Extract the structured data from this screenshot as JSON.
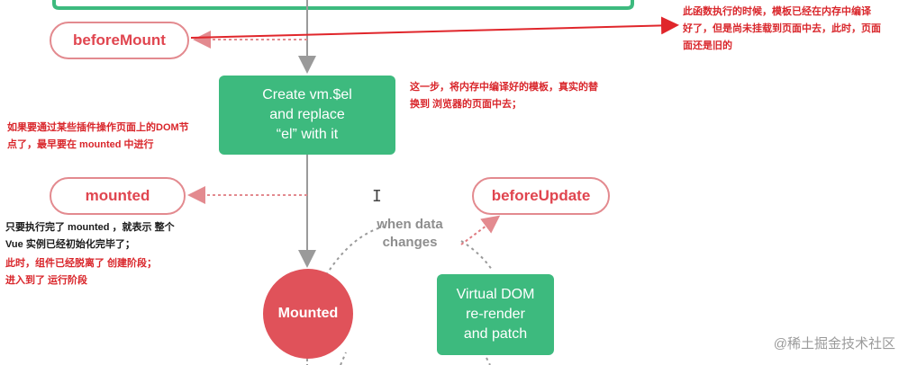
{
  "hooks": {
    "before_mount": "beforeMount",
    "mounted": "mounted",
    "before_update": "beforeUpdate"
  },
  "boxes": {
    "create_el": [
      "Create vm.$el",
      "and replace",
      "“el” with it"
    ],
    "virtual_dom": [
      "Virtual DOM",
      "re-render",
      "and patch"
    ]
  },
  "circle": {
    "mounted": "Mounted"
  },
  "changes_label": [
    "when data",
    "changes"
  ],
  "notes": {
    "before_mount_note": [
      "此函数执行的时候，模板已经在内存中编译",
      "好了，但是尚未挂载到页面中去，此时，页面",
      "面还是旧的"
    ],
    "create_el_note": [
      "这一步，将内存中编译好的模板，真实的替",
      "换到 浏览器的页面中去；"
    ],
    "dom_plugin_note": [
      "如果要通过某些插件操作页面上的DOM节",
      "点了，最早要在 mounted 中进行"
    ],
    "mounted_note_black": [
      "只要执行完了 mounted ，就表示 整个",
      "Vue 实例已经初始化完毕了；"
    ],
    "mounted_note_red": [
      "此时，组件已经脱离了 创建阶段；",
      "进入到了 运行阶段"
    ]
  },
  "cursor_glyph": "I",
  "watermark": "@稀土掘金技术社区",
  "colors": {
    "green": "#3dba7e",
    "red_circle": "#e0525a",
    "hook_border": "#e38a8f",
    "hook_text": "#e0454f",
    "note_red": "#d9262b",
    "flow_line": "#9a9a9a"
  }
}
